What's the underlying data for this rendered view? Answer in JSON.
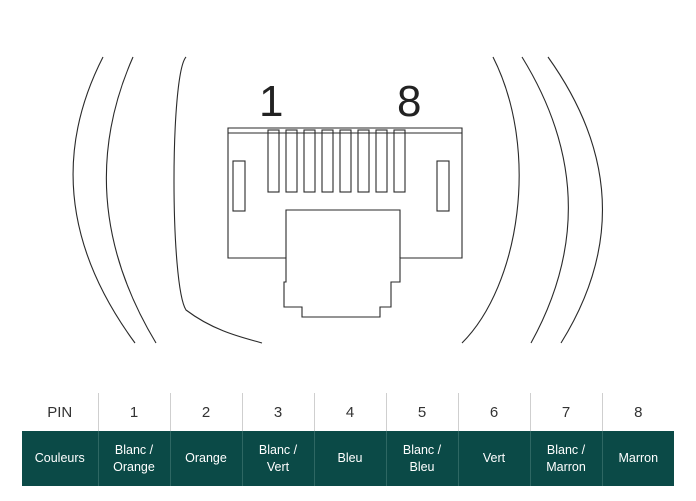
{
  "diagram": {
    "pin_first": "1",
    "pin_last": "8"
  },
  "table": {
    "header_label": "PIN",
    "pins": [
      "1",
      "2",
      "3",
      "4",
      "5",
      "6",
      "7",
      "8"
    ],
    "colors_label": "Couleurs",
    "colors": [
      [
        "Blanc /",
        "Orange"
      ],
      [
        "Orange"
      ],
      [
        "Blanc /",
        "Vert"
      ],
      [
        "Bleu"
      ],
      [
        "Blanc /",
        "Bleu"
      ],
      [
        "Vert"
      ],
      [
        "Blanc /",
        "Marron"
      ],
      [
        "Marron"
      ]
    ],
    "accent_color": "#0b4a47"
  }
}
